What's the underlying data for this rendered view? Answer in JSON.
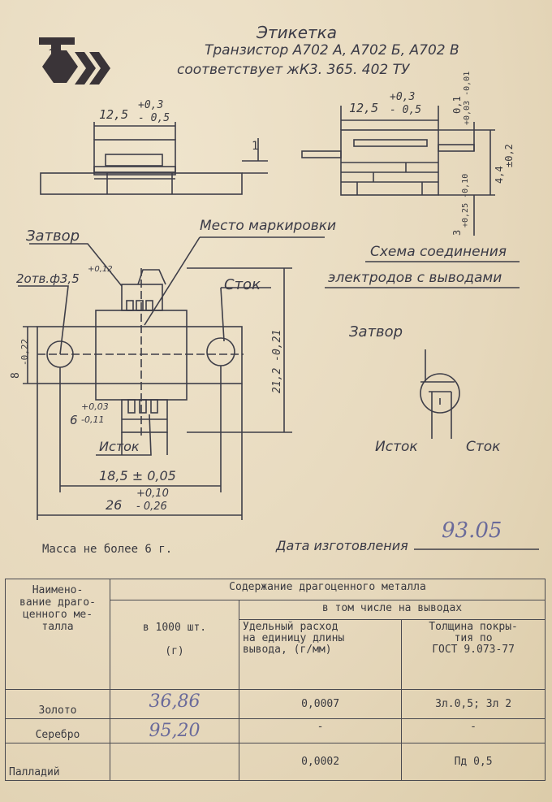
{
  "label": {
    "title": "Этикетка",
    "line1": "Транзистор   А702 А, А702 Б, А702 В",
    "line2": "соответствует   жК3. 365. 402 ТУ"
  },
  "dims": {
    "top_width": "12,5",
    "top_width_tol_plus": "+0,3",
    "top_width_tol_minus": "- 0,5",
    "side_width": "12,5",
    "side_width_tol_plus": "+0,3",
    "side_width_tol_minus": "- 0,5",
    "side_t1": "0,1",
    "side_t1_tol": "+0,03 -0,01",
    "one": "1",
    "side_h": "4,4",
    "side_h_tol": "±0,2",
    "side_lead": "3",
    "side_lead_tol": "+0,25 -0,10",
    "holes": "2отв.ф3,5",
    "holes_tol": "+0,12",
    "h8": "8",
    "h8_tol": "-0,22",
    "h21": "21,2 -0,21",
    "w6": "6",
    "w6_tol_plus": "+0,03",
    "w6_tol_minus": "-0,11",
    "w185": "18,5 ± 0,05",
    "w26": "26",
    "w26_tol_plus": "+0,10",
    "w26_tol_minus": "- 0,26"
  },
  "labels": {
    "gate": "Затвор",
    "marking": "Место маркировки",
    "drain": "Сток",
    "source": "Исток",
    "scheme_title_1": "Схема соединения",
    "scheme_title_2": "электродов с выводами",
    "scheme_gate": "Затвор",
    "scheme_source": "Исток",
    "scheme_drain": "Сток"
  },
  "mass": "Масса не более 6 г.",
  "date_label": "Дата изготовления",
  "date_value": "93.05",
  "table": {
    "col_name": "Наимено-\nвание драго-\nценного ме-\nталла",
    "col_content": "Содержание драгоценного металла",
    "col_per1000": "в 1000 шт.",
    "col_per1000_unit": "(г)",
    "col_leads": "в том числе на выводах",
    "col_specific": "Удельный расход\nна единицу длины\nвывода, (г/мм)",
    "col_thickness": "Толщина покры-\nтия по\nГОСТ 9.073-77",
    "rows": [
      {
        "name": "Золото",
        "amount": "36,86",
        "specific": "0,0007",
        "thickness": "Зл.0,5;  Зл 2"
      },
      {
        "name": "Серебро",
        "amount": "95,20",
        "specific": "-",
        "thickness": "-"
      },
      {
        "name": "Палладий",
        "amount": "",
        "specific": "0,0002",
        "thickness": "Пд 0,5"
      }
    ]
  }
}
